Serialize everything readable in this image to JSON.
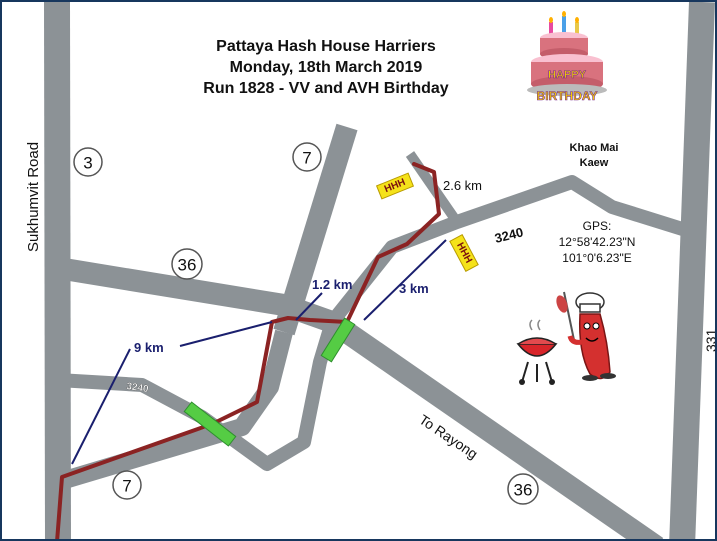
{
  "title": {
    "line1": "Pattaya Hash House Harriers",
    "line2": "Monday, 18th March 2019",
    "line3": "Run 1828 - VV and AVH Birthday"
  },
  "roads": {
    "sukhumvit": "Sukhumvit Road",
    "road_3240_upper": "3240",
    "road_3240_lower": "3240",
    "road_331": "331",
    "to_rayong": "To Rayong"
  },
  "shields": {
    "shield_3": "3",
    "shield_7_top": "7",
    "shield_36_upper": "36",
    "shield_7_bottom": "7",
    "shield_36_lower": "36"
  },
  "distances": {
    "d_9km": "9 km",
    "d_1_2km": "1.2 km",
    "d_3km": "3 km",
    "d_2_6km": "2.6 km"
  },
  "place": {
    "line1": "Khao Mai",
    "line2": "Kaew"
  },
  "gps": {
    "label": "GPS:",
    "lat": "12°58'42.23\"N",
    "lon": "101°0'6.23\"E"
  },
  "hhh_signs": [
    "HHH",
    "HHH"
  ],
  "cake": {
    "line1": "HAPPY",
    "line2": "BIRTHDAY"
  },
  "colors": {
    "road": "#8c9296",
    "route": "#8b2323",
    "leader": "#1a1f6e",
    "marker": "#55cc44",
    "sign": "#f5e21a",
    "border": "#17375e"
  },
  "icons": [
    "birthday-cake-icon",
    "bbq-grill-icon",
    "sausage-chef-icon"
  ]
}
